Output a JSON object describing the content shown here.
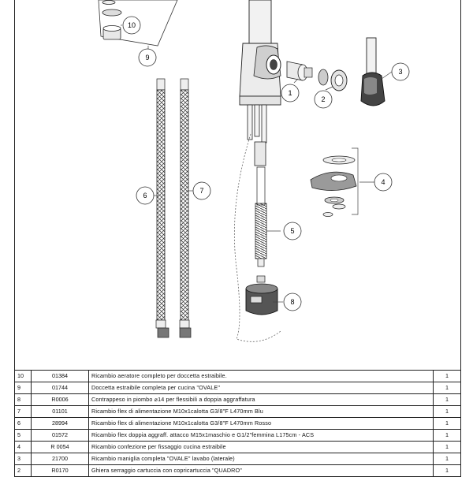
{
  "callouts": [
    "1",
    "2",
    "3",
    "4",
    "5",
    "6",
    "7",
    "8",
    "9",
    "10"
  ],
  "parts_table": [
    {
      "pos": "10",
      "code": "01384",
      "desc": "Ricambio aeratore completo per doccetta estraibile.",
      "qty": "1"
    },
    {
      "pos": "9",
      "code": "01744",
      "desc": "Doccetta estraibile completa per cucina \"OVALE\"",
      "qty": "1"
    },
    {
      "pos": "8",
      "code": "R0006",
      "desc": "Contrappeso in piombo ⌀14 per flessibili a doppia aggraffatura",
      "qty": "1"
    },
    {
      "pos": "7",
      "code": "01101",
      "desc": "Ricambio flex di alimentazione M10x1calotta G3/8\"F L470mm Blu",
      "qty": "1"
    },
    {
      "pos": "6",
      "code": "28994",
      "desc": "Ricambio flex di alimentazione M10x1calotta G3/8\"F L470mm Rosso",
      "qty": "1"
    },
    {
      "pos": "5",
      "code": "01572",
      "desc": "Ricambio flex doppia aggraff. attacco M15x1maschio e G1/2\"femmina L175cm - ACS",
      "qty": "1"
    },
    {
      "pos": "4",
      "code": "R 0054",
      "desc": "Ricambio confezione per fissaggio cucina estraibile",
      "qty": "1"
    },
    {
      "pos": "3",
      "code": "21700",
      "desc": "Ricambio maniglia completa \"OVALE\" lavabo (laterale)",
      "qty": "1"
    },
    {
      "pos": "2",
      "code": "R0170",
      "desc": "Ghiera serraggio cartuccia con copricartuccia \"QUADRO\"",
      "qty": "1"
    }
  ]
}
